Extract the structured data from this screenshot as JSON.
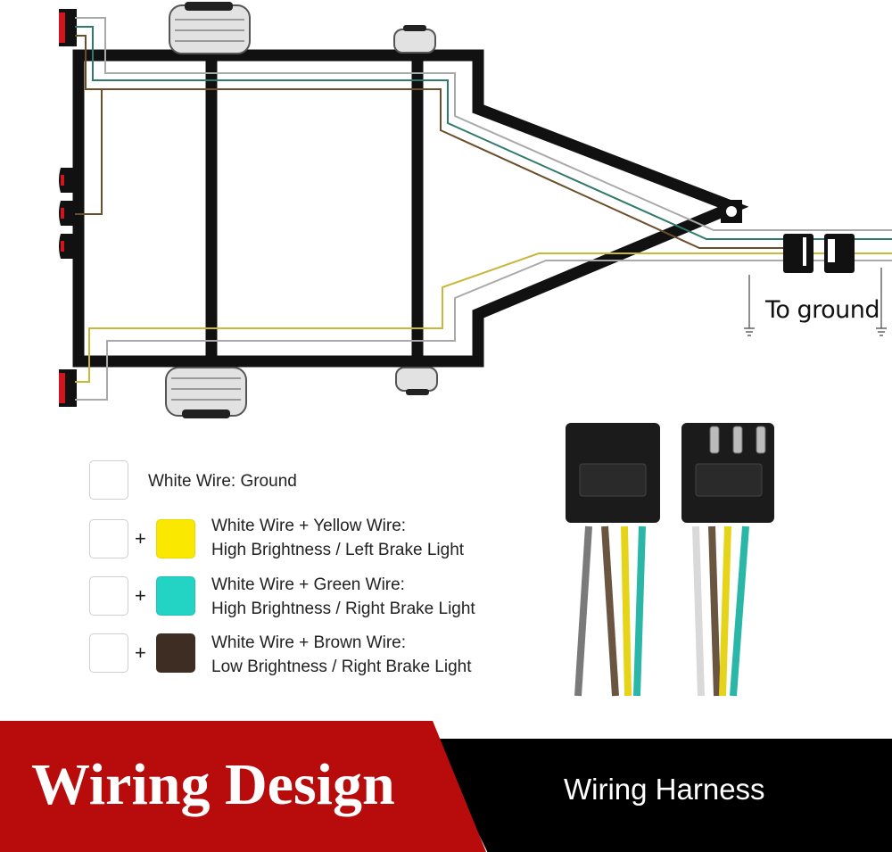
{
  "diagram": {
    "ground_label": "To ground",
    "wire_colors": {
      "white": "#a9a9a9",
      "yellow": "#c9b63a",
      "green": "#2f7a6a",
      "brown": "#6b4f2a",
      "frame": "#111111",
      "lamp_red": "#d2141e"
    }
  },
  "legend": {
    "items": [
      {
        "swatch_colors": [
          "#ffffff"
        ],
        "text_line1": "White Wire: Ground",
        "text_line2": ""
      },
      {
        "swatch_colors": [
          "#ffffff",
          "#fbe800"
        ],
        "text_line1": "White Wire + Yellow Wire:",
        "text_line2": "High Brightness / Left Brake Light"
      },
      {
        "swatch_colors": [
          "#ffffff",
          "#23d3c4"
        ],
        "text_line1": "White Wire + Green Wire:",
        "text_line2": "High Brightness / Right Brake Light"
      },
      {
        "swatch_colors": [
          "#ffffff",
          "#3d2d22"
        ],
        "text_line1": "White Wire + Brown Wire:",
        "text_line2": "Low Brightness / Right Brake Light"
      }
    ],
    "plus_sign": "+"
  },
  "banner": {
    "title": "Wiring Design",
    "subtitle": "Wiring Harness",
    "left_color": "#b80c0c",
    "right_color": "#000000"
  }
}
